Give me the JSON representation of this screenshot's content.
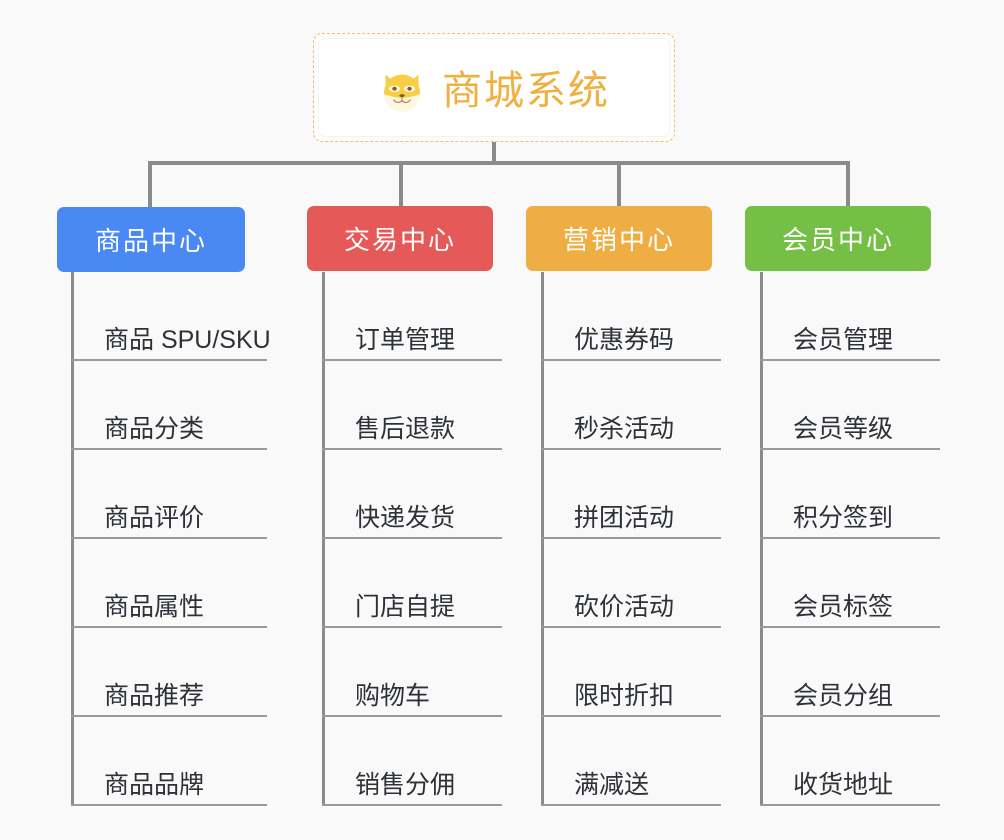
{
  "diagram": {
    "type": "mindmap-tree",
    "background_color": "#f9f9f9",
    "root": {
      "title": "商城系统",
      "icon": "shiba-dog-icon",
      "text_color": "#f0b040",
      "border_color": "#edc06a",
      "background_color": "#ffffff"
    },
    "connector_color": "#8b8b8b",
    "branches": [
      {
        "label": "商品中心",
        "color": "#4a89f3",
        "items": [
          "商品 SPU/SKU",
          "商品分类",
          "商品评价",
          "商品属性",
          "商品推荐",
          "商品品牌"
        ]
      },
      {
        "label": "交易中心",
        "color": "#e55a58",
        "items": [
          "订单管理",
          "售后退款",
          "快递发货",
          "门店自提",
          "购物车",
          "销售分佣"
        ]
      },
      {
        "label": "营销中心",
        "color": "#eeae44",
        "items": [
          "优惠券码",
          "秒杀活动",
          "拼团活动",
          "砍价活动",
          "限时折扣",
          "满减送"
        ]
      },
      {
        "label": "会员中心",
        "color": "#76bf46",
        "items": [
          "会员管理",
          "会员等级",
          "积分签到",
          "会员标签",
          "会员分组",
          "收货地址"
        ]
      }
    ]
  }
}
